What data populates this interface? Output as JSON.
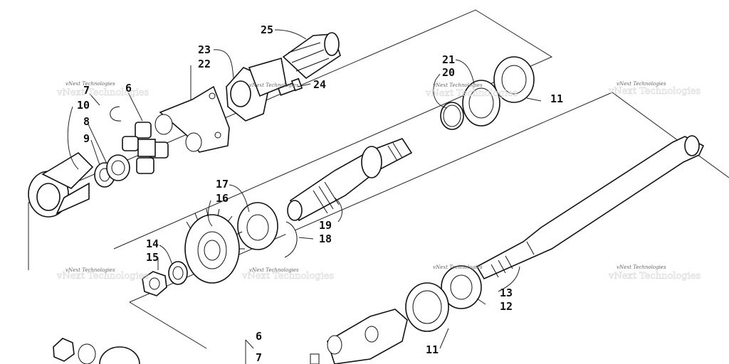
{
  "callouts": {
    "c25": "25",
    "c23": "23",
    "c22": "22",
    "c24": "24",
    "c7a": "7",
    "c6a": "6",
    "c10": "10",
    "c8": "8",
    "c9": "9",
    "c21": "21",
    "c20": "20",
    "c11a": "11",
    "c17": "17",
    "c16": "16",
    "c19": "19",
    "c18": "18",
    "c14": "14",
    "c15": "15",
    "c13": "13",
    "c12": "12",
    "c11b": "11",
    "c6b": "6",
    "c7b": "7"
  },
  "watermark": {
    "text": "vNext Technologies"
  }
}
